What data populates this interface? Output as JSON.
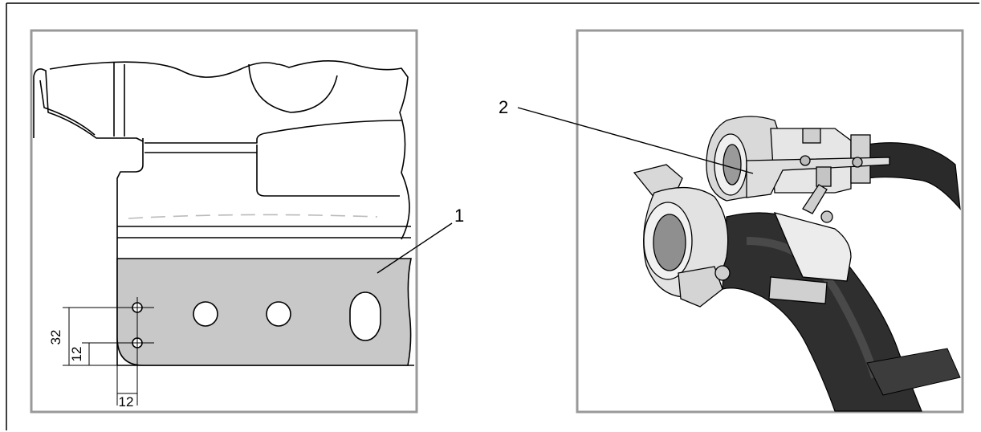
{
  "figure": {
    "left_panel": {
      "callout": "1",
      "dimensions": {
        "vertical_outer": "32",
        "vertical_inner": "12",
        "horizontal": "12"
      }
    },
    "right_panel": {
      "callout": "2"
    },
    "colors": {
      "frame": "#999999",
      "plate_fill": "#c8c8c8",
      "line": "#000000",
      "hose_dark": "#2a2a2a",
      "metal_light": "#e6e6e6",
      "metal_mid": "#b4b4b4"
    }
  }
}
